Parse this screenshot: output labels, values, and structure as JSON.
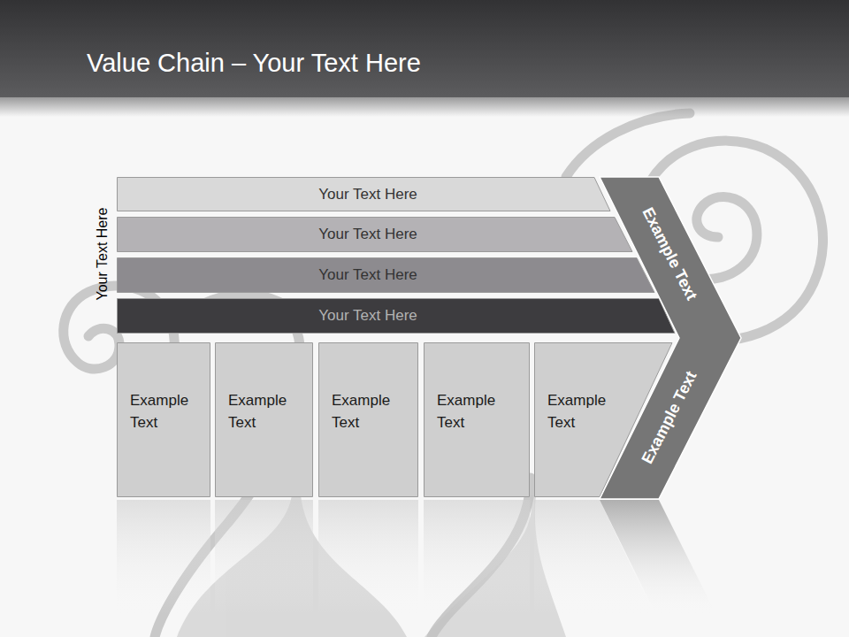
{
  "diagram": {
    "title": "Value Chain – Your Text Here",
    "nodes": [
      {
        "text": [
          "Your Text Here"
        ]
      },
      {
        "text": [
          "Your Text Here"
        ]
      },
      {
        "text": [
          "Your Text Here"
        ]
      },
      {
        "text": [
          "Your Text Here"
        ]
      },
      {
        "text": [
          "Example Text"
        ]
      },
      {
        "text": [
          "Example Text"
        ]
      },
      {
        "text": [
          "Example Text"
        ]
      },
      {
        "text": [
          "Example Text"
        ]
      },
      {
        "text": [
          "Example Text"
        ]
      },
      {
        "text": [
          "Example Text",
          "Example Text"
        ]
      }
    ],
    "labels": [
      "Your Text Here"
    ]
  }
}
